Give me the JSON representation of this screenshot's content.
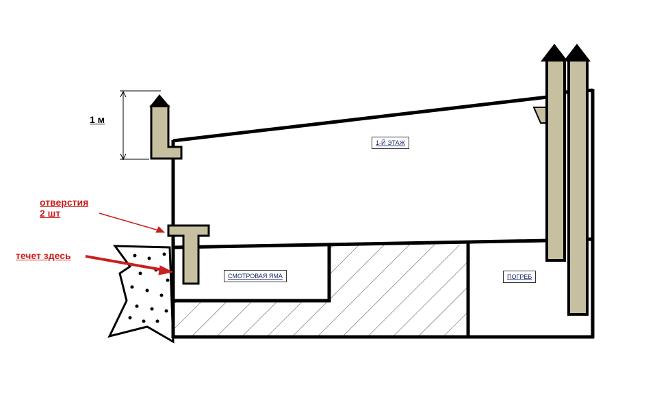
{
  "labels": {
    "height_dim": "1 м",
    "holes_line1": "отверстия",
    "holes_line2": "2 шт",
    "leak": "течет здесь",
    "floor1": "1-Й ЭТАЖ",
    "pit": "СМОТРОВАЯ ЯМА",
    "cellar": "ПОГРЕБ"
  },
  "colors": {
    "pipe": "#c7c0a0",
    "wall": "#000000",
    "annotation": "#c8201e"
  }
}
